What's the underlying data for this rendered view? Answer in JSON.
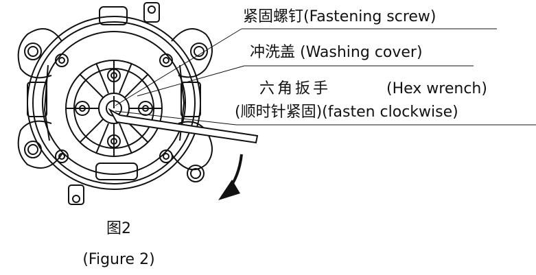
{
  "labels": {
    "fastening_screw": "紧固螺钉(Fastening screw)",
    "washing_cover": "冲洗盖 (Washing cover)",
    "hex_wrench_cn": "六角扳手",
    "hex_wrench_en": "(Hex wrench)",
    "fasten_clockwise": "(顺时针紧固)(fasten clockwise)"
  },
  "caption": {
    "cn": "图2",
    "en": "(Figure 2)"
  },
  "colors": {
    "ink": "#111111",
    "background": "#ffffff"
  }
}
